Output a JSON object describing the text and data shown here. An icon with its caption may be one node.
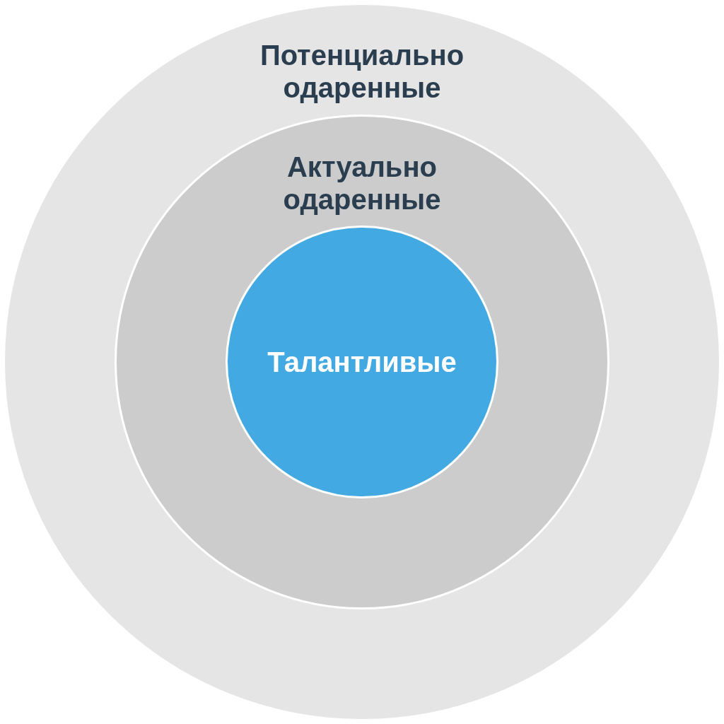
{
  "diagram": {
    "nodes": [
      {
        "text": [
          "Потенциально одаренные"
        ]
      },
      {
        "text": [
          "Актуально одаренные"
        ],
        "in": 0
      },
      {
        "text": [
          "Талантливые"
        ],
        "in": 1
      }
    ]
  }
}
